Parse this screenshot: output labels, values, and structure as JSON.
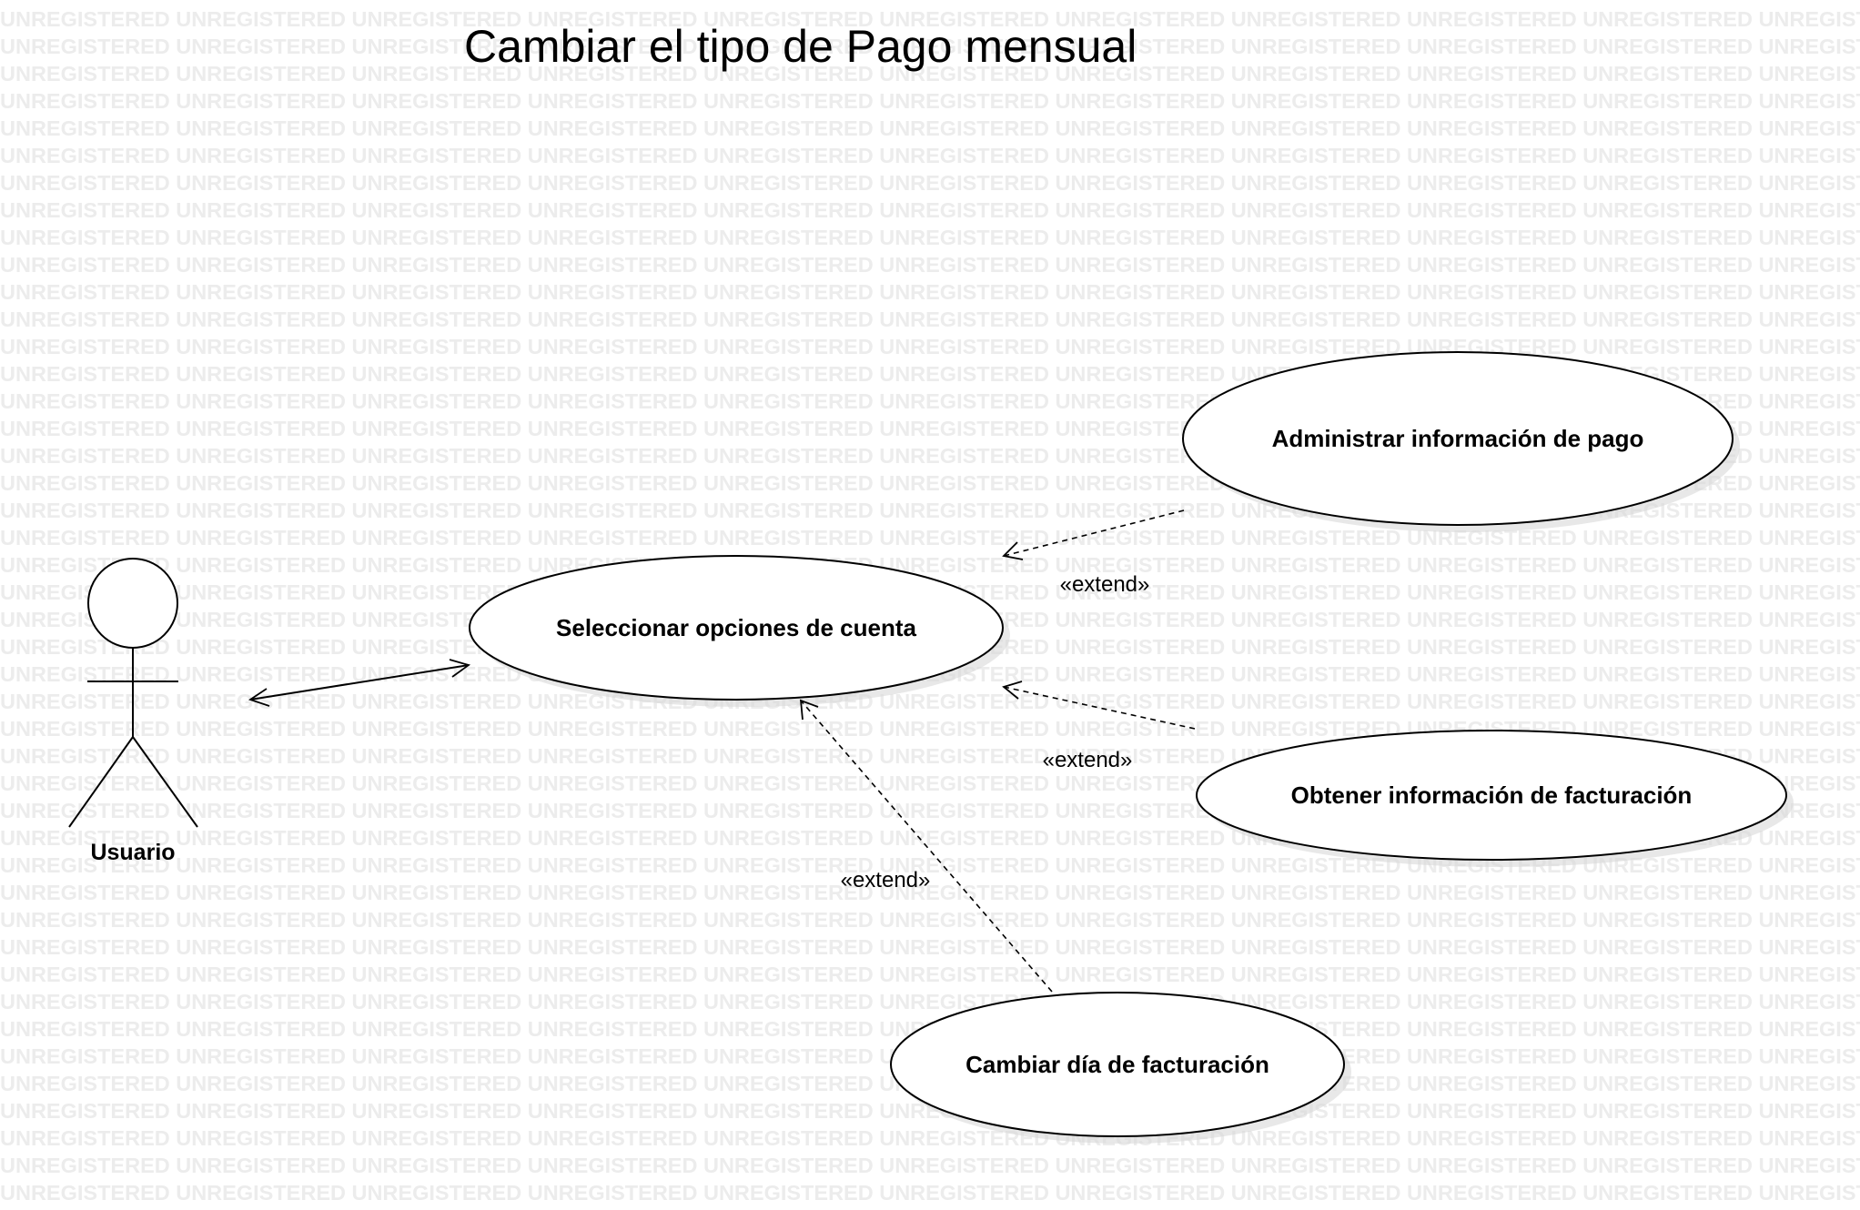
{
  "watermark": {
    "text": "UNREGISTERED"
  },
  "diagram": {
    "title": "Cambiar el tipo de Pago mensual",
    "actor": {
      "label": "Usuario"
    },
    "use_cases": {
      "seleccionar": "Seleccionar opciones de cuenta",
      "administrar": "Administrar información de pago",
      "obtener": "Obtener información de facturación",
      "cambiar": "Cambiar día de facturación"
    },
    "relations": {
      "extend_administrar": "«extend»",
      "extend_obtener": "«extend»",
      "extend_cambiar": "«extend»"
    }
  }
}
